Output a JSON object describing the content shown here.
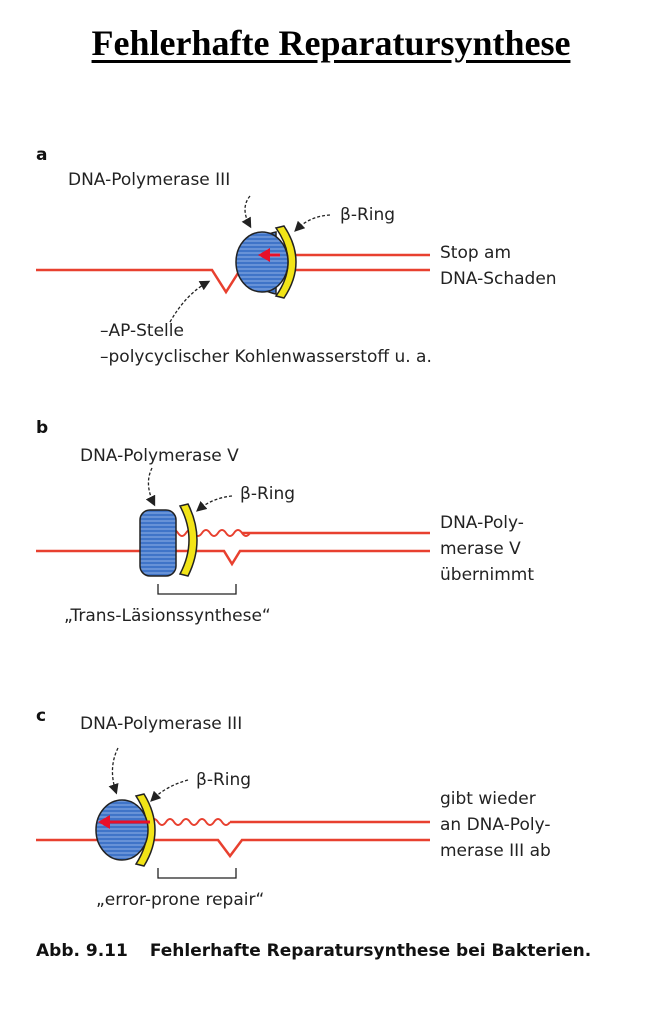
{
  "title": "Fehlerhafte Reparatursynthese",
  "colors": {
    "dna_strand": "#e8402f",
    "polymerase_body": "#3f74c8",
    "beta_ring": "#f2e417",
    "arrow": "#e8102a"
  },
  "panels": [
    {
      "letter": "a",
      "polymerase_label": "DNA-Polymerase III",
      "ring_label": "β-Ring",
      "right_lines": [
        "Stop am",
        "DNA-Schaden"
      ],
      "bottom_lines": [
        "–AP-Stelle",
        "–polycyclischer Kohlenwasserstoff u. a."
      ]
    },
    {
      "letter": "b",
      "polymerase_label": "DNA-Polymerase V",
      "ring_label": "β-Ring",
      "right_lines": [
        "DNA-Poly-",
        "merase V",
        "übernimmt"
      ],
      "bracket_label": "„Trans-Läsionssynthese“"
    },
    {
      "letter": "c",
      "polymerase_label": "DNA-Polymerase III",
      "ring_label": "β-Ring",
      "right_lines": [
        "gibt wieder",
        "an DNA-Poly-",
        "merase III ab"
      ],
      "bracket_label": "„error-prone repair“"
    }
  ],
  "caption": {
    "number": "Abb. 9.11",
    "text": "Fehlerhafte Reparatursynthese bei Bakterien."
  }
}
